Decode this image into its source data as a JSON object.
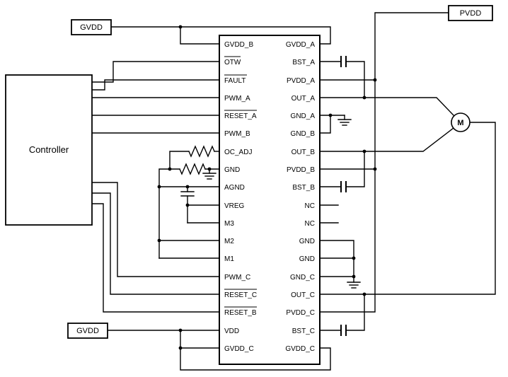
{
  "colors": {
    "wire": "#000000",
    "background": "#ffffff"
  },
  "controller": {
    "label": "Controller"
  },
  "supplies": {
    "gvdd_top": "GVDD",
    "pvdd": "PVDD",
    "gvdd_bottom": "GVDD"
  },
  "motor": {
    "label": "M"
  },
  "ic": {
    "left_pins": [
      {
        "label": "GVDD_B",
        "overline": false
      },
      {
        "label": "OTW",
        "overline": true
      },
      {
        "label": "FAULT",
        "overline": true
      },
      {
        "label": "PWM_A",
        "overline": false
      },
      {
        "label": "RESET_A",
        "overline": true
      },
      {
        "label": "PWM_B",
        "overline": false
      },
      {
        "label": "OC_ADJ",
        "overline": false
      },
      {
        "label": "GND",
        "overline": false
      },
      {
        "label": "AGND",
        "overline": false
      },
      {
        "label": "VREG",
        "overline": false
      },
      {
        "label": "M3",
        "overline": false
      },
      {
        "label": "M2",
        "overline": false
      },
      {
        "label": "M1",
        "overline": false
      },
      {
        "label": "PWM_C",
        "overline": false
      },
      {
        "label": "RESET_C",
        "overline": true
      },
      {
        "label": "RESET_B",
        "overline": true
      },
      {
        "label": "VDD",
        "overline": false
      },
      {
        "label": "GVDD_C",
        "overline": false
      }
    ],
    "right_pins": [
      "GVDD_A",
      "BST_A",
      "PVDD_A",
      "OUT_A",
      "GND_A",
      "GND_B",
      "OUT_B",
      "PVDD_B",
      "BST_B",
      "NC",
      "NC",
      "GND",
      "GND",
      "GND_C",
      "OUT_C",
      "PVDD_C",
      "BST_C",
      "GVDD_C"
    ]
  }
}
